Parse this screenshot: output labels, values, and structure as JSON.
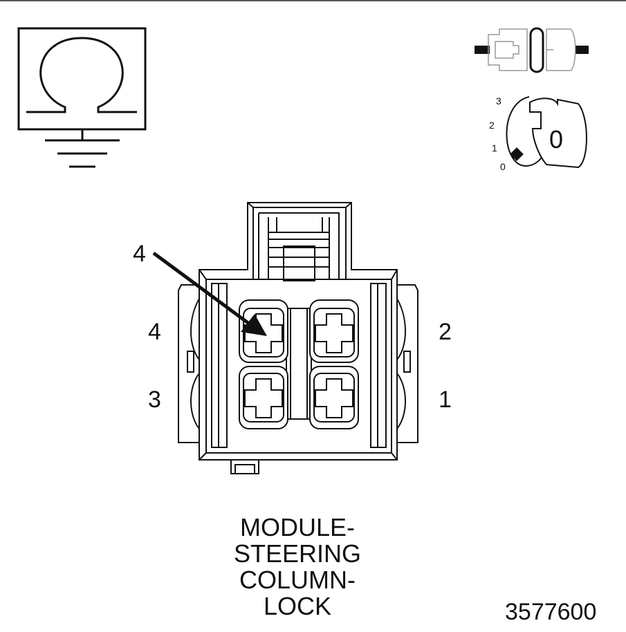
{
  "connector": {
    "callout": "4",
    "pins": {
      "p1": "1",
      "p2": "2",
      "p3": "3",
      "p4": "4"
    }
  },
  "ignition_key": {
    "positions": {
      "p0": "0",
      "p1": "1",
      "p2": "2",
      "p3": "3"
    },
    "current": "0"
  },
  "caption": {
    "line1": "MODULE-",
    "line2": "STEERING",
    "line3": "COLUMN-",
    "line4": "LOCK"
  },
  "figure_number": "3577600",
  "colors": {
    "stroke": "#111111",
    "light_stroke": "#888888",
    "background": "#ffffff"
  }
}
